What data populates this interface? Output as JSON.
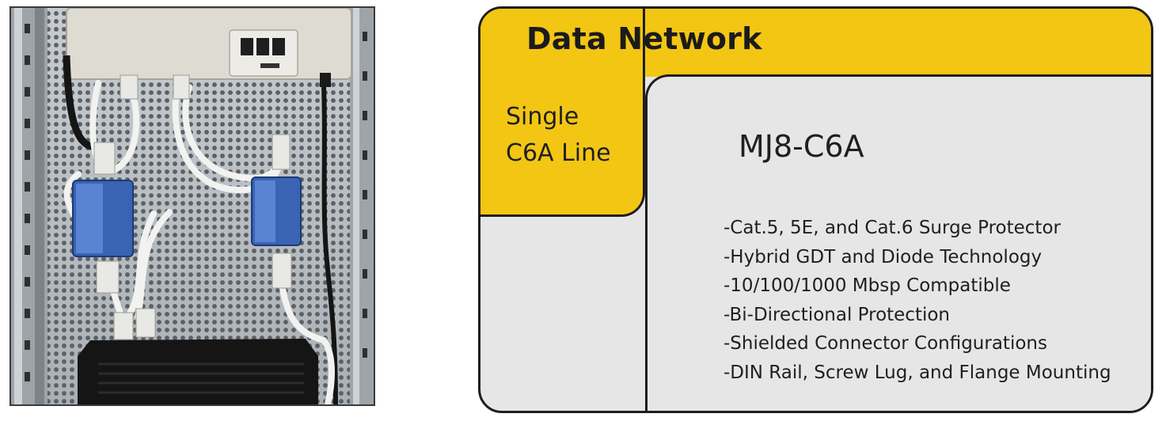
{
  "photo": {
    "icon": "surge-protector-installation-photo"
  },
  "card": {
    "title": "Data Network",
    "category_lines": [
      "Single",
      "C6A Line"
    ],
    "model": "MJ8-C6A",
    "features": [
      "-Cat.5, 5E, and Cat.6 Surge Protector",
      "-Hybrid GDT and Diode Technology",
      "-10/100/1000 Mbsp Compatible",
      "-Bi-Directional Protection",
      "-Shielded Connector Configurations",
      "-DIN Rail, Screw Lug, and Flange Mounting"
    ],
    "colors": {
      "accent": "#f3c614",
      "panel": "#e6e6e6",
      "border": "#1e1e1e"
    }
  }
}
